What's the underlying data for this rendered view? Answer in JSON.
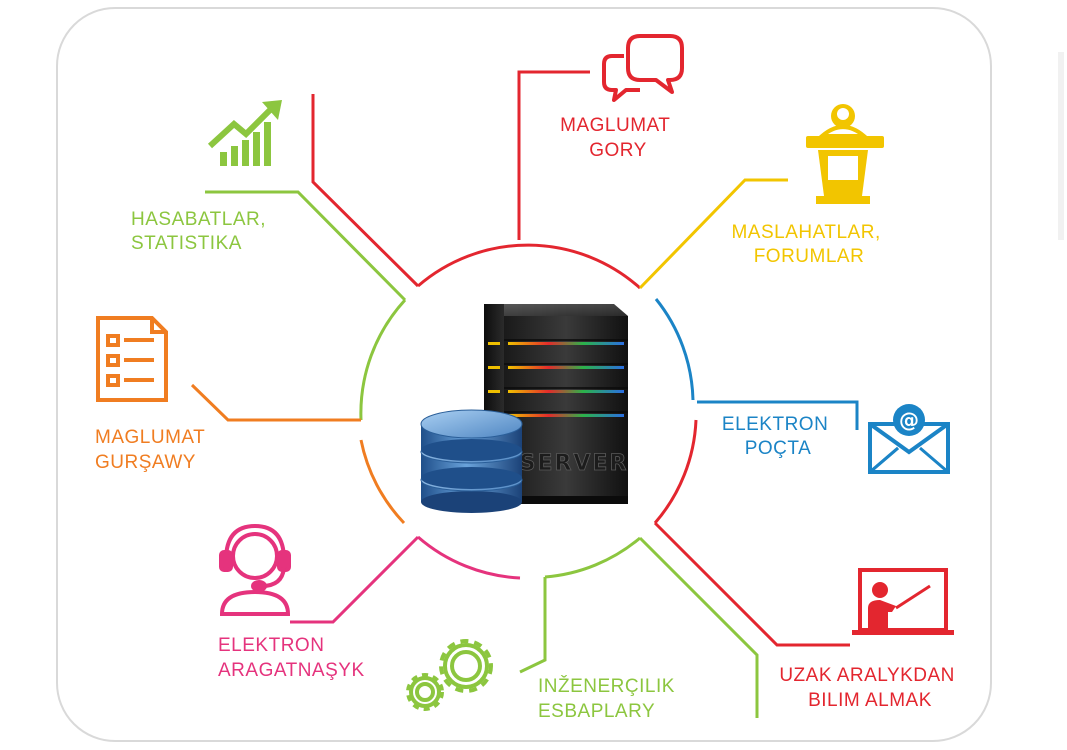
{
  "center": {
    "server_label": "SERVER"
  },
  "colors": {
    "red": "#e3262f",
    "green": "#8cc63f",
    "yellow": "#f2c500",
    "blue": "#1b84c6",
    "orange": "#f07d21",
    "pink": "#e5337d",
    "frame": "#d9d9d9"
  },
  "nodes": [
    {
      "id": "maglumat-gory",
      "lines": [
        "MAGLUMAT",
        "GORY"
      ],
      "color": "#e3262f",
      "icon": "chat-bubbles-icon"
    },
    {
      "id": "hasabatlar",
      "lines": [
        "HASABATLAR,",
        "STATISTIKA"
      ],
      "color": "#8cc63f",
      "icon": "growth-chart-icon"
    },
    {
      "id": "maslahatlar",
      "lines": [
        "MASLAHATLAR,",
        "FORUMLAR"
      ],
      "color": "#f2c500",
      "icon": "podium-icon"
    },
    {
      "id": "elektron-pocta",
      "lines": [
        "ELEKTRON",
        "POÇTA"
      ],
      "color": "#1b84c6",
      "icon": "email-icon"
    },
    {
      "id": "maglumat-gursawy",
      "lines": [
        "MAGLUMAT",
        "GURŞAWY"
      ],
      "color": "#f07d21",
      "icon": "document-list-icon"
    },
    {
      "id": "elektron-aragatnasyk",
      "lines": [
        "ELEKTRON",
        "ARAGATNAŞYK"
      ],
      "color": "#e5337d",
      "icon": "headset-operator-icon"
    },
    {
      "id": "inzenercilik",
      "lines": [
        "INŽENERÇILIK",
        "ESBAPLARY"
      ],
      "color": "#8cc63f",
      "icon": "gears-icon"
    },
    {
      "id": "uzak-aralykdan",
      "lines": [
        "UZAK ARALYKDAN",
        "BILIM ALMAK"
      ],
      "color": "#e3262f",
      "icon": "teacher-board-icon"
    }
  ]
}
